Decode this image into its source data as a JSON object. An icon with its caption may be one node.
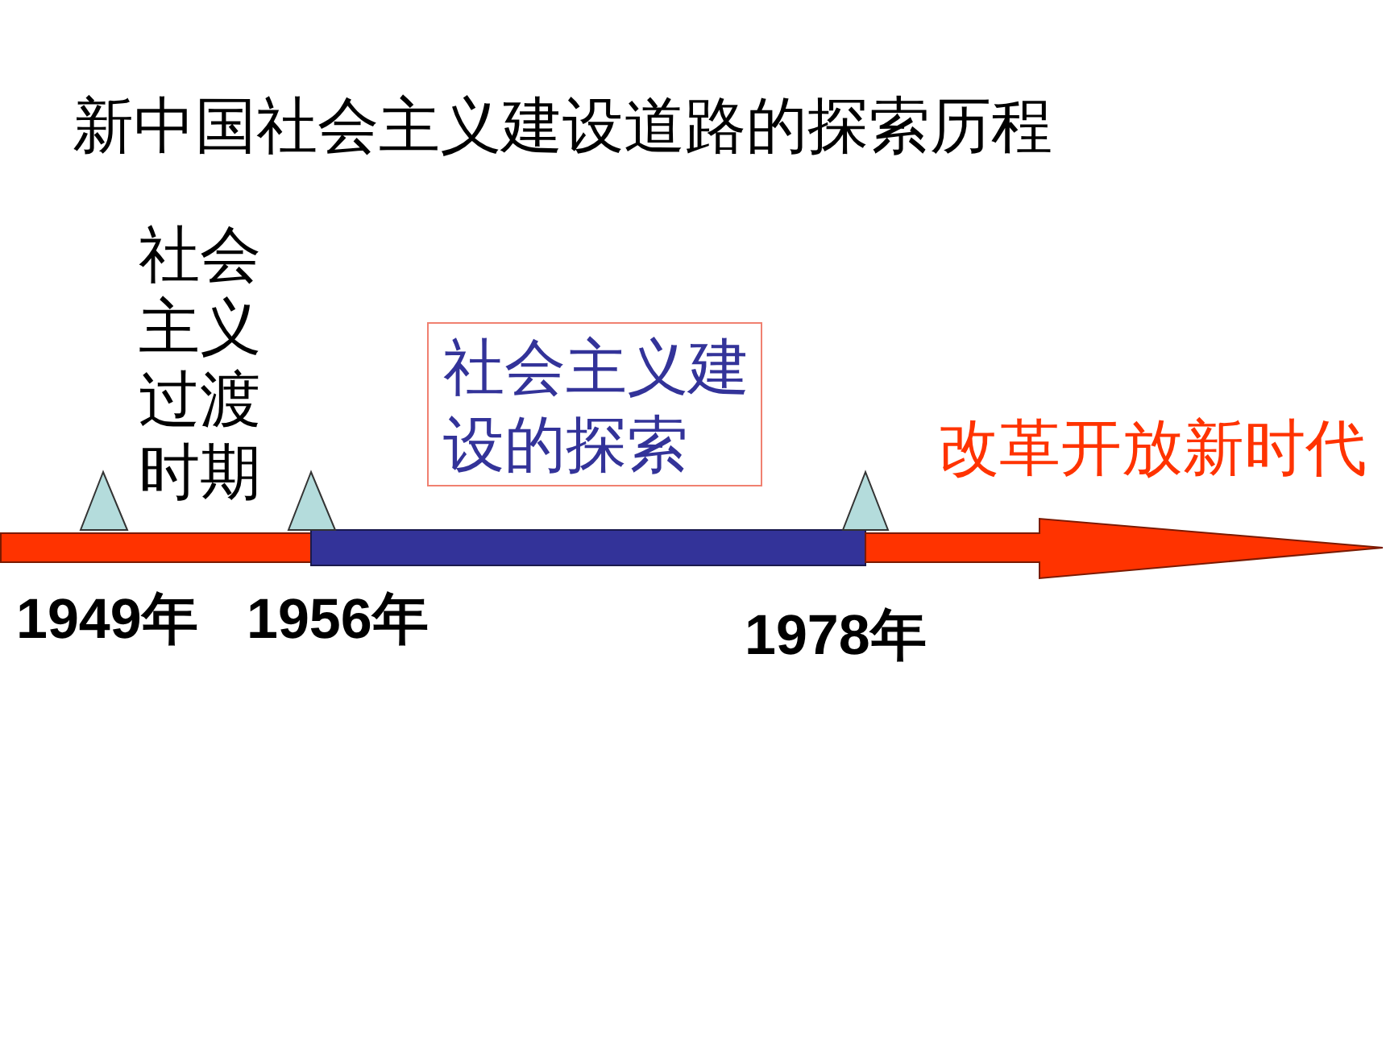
{
  "diagram": {
    "title": "新中国社会主义建设道路的探索历程",
    "nodes": [
      {
        "text": [
          "社会主义建设的探索"
        ]
      }
    ],
    "labels": [
      "社会主义过渡时期",
      "改革开放新时代",
      "1949年",
      "1956年",
      "1978年"
    ]
  }
}
